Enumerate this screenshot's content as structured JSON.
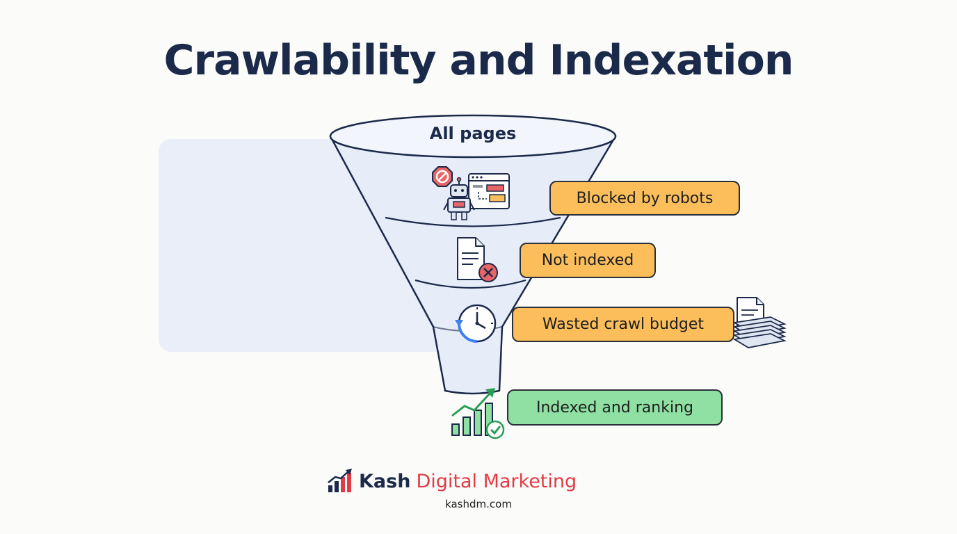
{
  "title": "Crawlability and Indexation",
  "funnel": {
    "top_label": "All pages",
    "stages": [
      {
        "label": "Blocked by robots",
        "status": "orange",
        "icon": "robot-blocked-icon"
      },
      {
        "label": "Not indexed",
        "status": "orange",
        "icon": "document-x-icon"
      },
      {
        "label": "Wasted crawl budget",
        "status": "orange",
        "icon": "clock-refresh-icon"
      },
      {
        "label": "Indexed and ranking",
        "status": "green",
        "icon": "growth-chart-check-icon"
      }
    ]
  },
  "brand": {
    "name": "Kash",
    "tagline": "Digital Marketing",
    "url": "kashdm.com"
  },
  "colors": {
    "title": "#1b2a4a",
    "orange_badge": "#fbbe5b",
    "green_badge": "#8fe0a2",
    "funnel_fill": "#e6ecf8",
    "brand_red": "#e03c45",
    "brand_navy": "#1b2a4a"
  }
}
